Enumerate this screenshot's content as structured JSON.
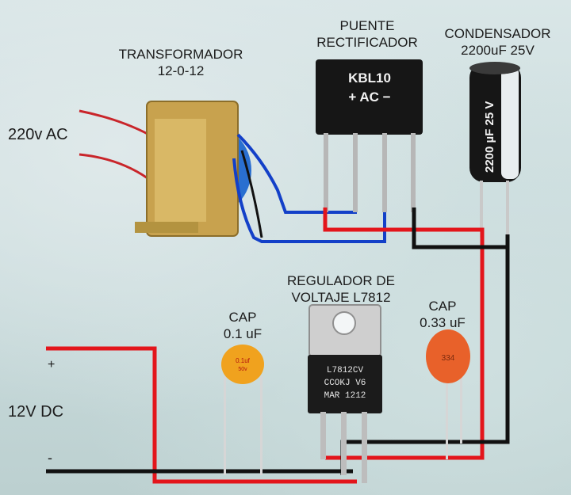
{
  "labels": {
    "transformer_line1": "TRANSFORMADOR",
    "transformer_line2": "12-0-12",
    "bridge_line1": "PUENTE",
    "bridge_line2": "RECTIFICADOR",
    "capacitor_line1": "CONDENSADOR",
    "capacitor_line2": "2200uF 25V",
    "ac_input": "220v AC",
    "regulator_line1": "REGULADOR DE",
    "regulator_line2": "VOLTAJE L7812",
    "cap_small_line1": "CAP",
    "cap_small_line2": "0.1 uF",
    "cap_right_line1": "CAP",
    "cap_right_line2": "0.33 uF",
    "dc_output": "12V DC",
    "plus_sign": "+",
    "minus_sign": "-"
  },
  "parts": {
    "bridge_model": "KBL10",
    "bridge_pins": "+  AC  −",
    "electrolytic_marking": "2200 µF 25 V",
    "cap_small_marking_1": "0.1uf",
    "cap_small_marking_2": "50v",
    "cap_right_marking": "334",
    "regulator_marking_1": "L7812CV",
    "regulator_marking_2": "CCOKJ V6",
    "regulator_marking_3": "MAR 1212"
  },
  "colors": {
    "wire_positive": "#e3151b",
    "wire_negative": "#111111",
    "wire_ac": "#1340c8",
    "transformer_coil": "#2a6fd0",
    "transformer_core": "#c8a24e",
    "cap_ceramic": "#f08a1e",
    "cap_ceramic_right": "#e8612a"
  }
}
